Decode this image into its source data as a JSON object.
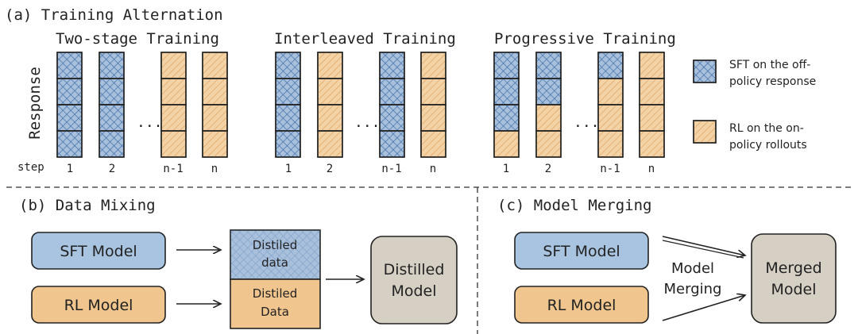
{
  "colors": {
    "sft_fill": "#a9c0dc",
    "sft_hatch": "#3f6fa8",
    "rl_fill": "#f3d3a6",
    "rl_hatch": "#e0a15f",
    "sft_model_box": "#a9c4e0",
    "rl_model_box": "#f0c58e",
    "final_model_box": "#d6cfc4",
    "stroke": "#222222"
  },
  "section_a": {
    "title": "(a) Training Alternation",
    "y_axis_label": "Response",
    "step_label": "step",
    "panels": [
      {
        "title": "Two-stage Training",
        "steps": [
          "1",
          "2",
          "n-1",
          "n"
        ],
        "columns": [
          [
            "sft",
            "sft",
            "sft",
            "sft"
          ],
          [
            "sft",
            "sft",
            "sft",
            "sft"
          ],
          [
            "rl",
            "rl",
            "rl",
            "rl"
          ],
          [
            "rl",
            "rl",
            "rl",
            "rl"
          ]
        ]
      },
      {
        "title": "Interleaved Training",
        "steps": [
          "1",
          "2",
          "n-1",
          "n"
        ],
        "columns": [
          [
            "sft",
            "sft",
            "sft",
            "sft"
          ],
          [
            "rl",
            "rl",
            "rl",
            "rl"
          ],
          [
            "sft",
            "sft",
            "sft",
            "sft"
          ],
          [
            "rl",
            "rl",
            "rl",
            "rl"
          ]
        ]
      },
      {
        "title": "Progressive Training",
        "steps": [
          "1",
          "2",
          "n-1",
          "n"
        ],
        "columns": [
          [
            "sft",
            "sft",
            "sft",
            "rl"
          ],
          [
            "sft",
            "sft",
            "rl",
            "rl"
          ],
          [
            "sft",
            "rl",
            "rl",
            "rl"
          ],
          [
            "rl",
            "rl",
            "rl",
            "rl"
          ]
        ]
      }
    ],
    "ellipsis": "...",
    "legend": [
      {
        "type": "sft",
        "line1": "SFT on the off-",
        "line2": "policy response"
      },
      {
        "type": "rl",
        "line1": "RL on the on-",
        "line2": "policy rollouts"
      }
    ]
  },
  "section_b": {
    "title": "(b) Data Mixing",
    "sft_model": "SFT Model",
    "rl_model": "RL Model",
    "sft_data_line1": "Distiled",
    "sft_data_line2": "data",
    "rl_data_line1": "Distiled",
    "rl_data_line2": "Data",
    "output_line1": "Distilled",
    "output_line2": "Model"
  },
  "section_c": {
    "title": "(c) Model Merging",
    "sft_model": "SFT Model",
    "rl_model": "RL Model",
    "merge_line1": "Model",
    "merge_line2": "Merging",
    "output_line1": "Merged",
    "output_line2": "Model"
  }
}
